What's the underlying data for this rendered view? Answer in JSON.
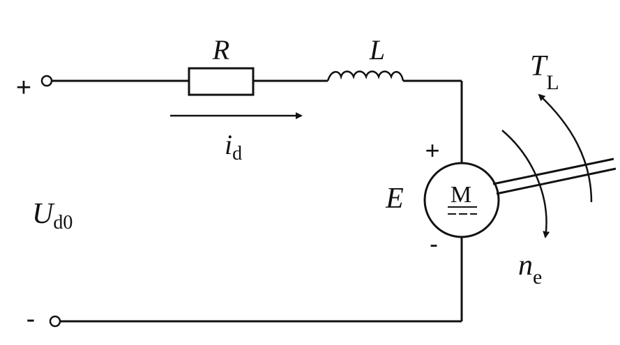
{
  "labels": {
    "resistor": "R",
    "inductor": "L",
    "current": {
      "main": "i",
      "sub": "d"
    },
    "voltage": {
      "main": "U",
      "sub": "d0"
    },
    "emf": "E",
    "motor": "M",
    "load_torque": {
      "main": "T",
      "sub": "L"
    },
    "speed": {
      "main": "n",
      "sub": "e"
    }
  },
  "signs": {
    "input_plus": "+",
    "input_minus": "-",
    "emf_plus": "+",
    "emf_minus": "-"
  }
}
